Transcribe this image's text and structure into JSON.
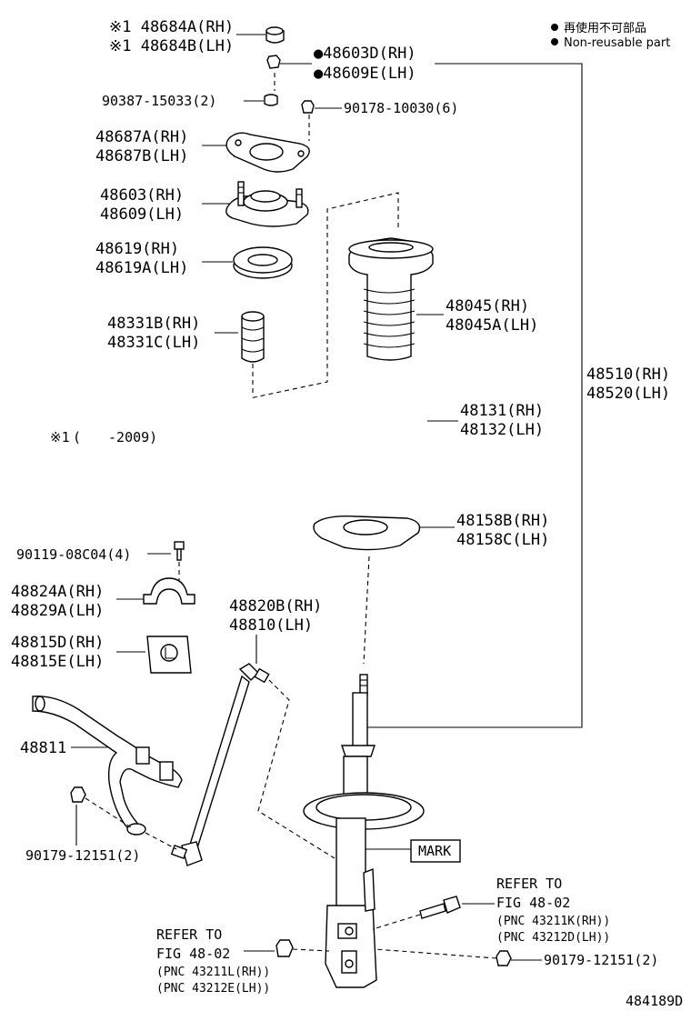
{
  "legend": {
    "bullet_jp": "再使用不可部品",
    "bullet_en": "Non-reusable part"
  },
  "note": {
    "mark": "※1",
    "range": "(　　-2009)"
  },
  "labels": {
    "p48684": [
      "※1 48684A(RH)",
      "※1 48684B(LH)"
    ],
    "p48603D": [
      "●48603D(RH)",
      "●48609E(LH)"
    ],
    "p90387": "90387-15033(2)",
    "p90178": "90178-10030(6)",
    "p48687": [
      "48687A(RH)",
      "48687B(LH)"
    ],
    "p48603": [
      "48603(RH)",
      "48609(LH)"
    ],
    "p48619": [
      "48619(RH)",
      "48619A(LH)"
    ],
    "p48331": [
      "48331B(RH)",
      "48331C(LH)"
    ],
    "p48045": [
      "48045(RH)",
      "48045A(LH)"
    ],
    "p48510": [
      "48510(RH)",
      "48520(LH)"
    ],
    "p48131": [
      "48131(RH)",
      "48132(LH)"
    ],
    "p48158": [
      "48158B(RH)",
      "48158C(LH)"
    ],
    "p90119": "90119-08C04(4)",
    "p48824": [
      "48824A(RH)",
      "48829A(LH)"
    ],
    "p48815": [
      "48815D(RH)",
      "48815E(LH)"
    ],
    "p48820": [
      "48820B(RH)",
      "48810(LH)"
    ],
    "p48811": "48811",
    "p90179a": "90179-12151(2)",
    "p90179b": "90179-12151(2)",
    "mark_box": "MARK",
    "refer_right": [
      "REFER TO",
      "FIG 48-02",
      "(PNC 43211K(RH))",
      "(PNC 43212D(LH))"
    ],
    "refer_left": [
      "REFER TO",
      "FIG 48-02",
      "(PNC 43211L(RH))",
      "(PNC 43212E(LH))"
    ],
    "figure_id": "484189D"
  }
}
